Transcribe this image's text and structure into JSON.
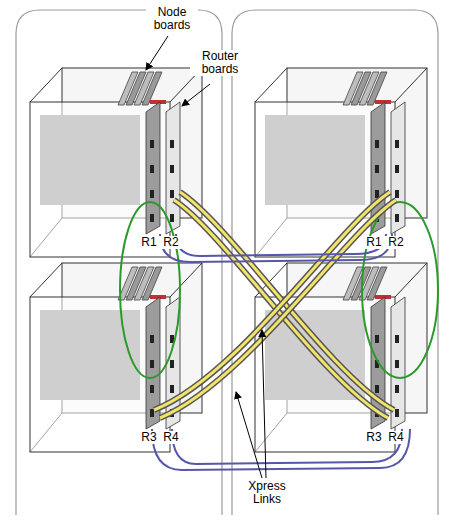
{
  "diagram": {
    "labels": [
      "Node boards",
      "Router boards",
      "R1",
      "R2",
      "R1",
      "R2",
      "R3",
      "R4",
      "R3",
      "R4",
      "Xpress Links"
    ]
  }
}
